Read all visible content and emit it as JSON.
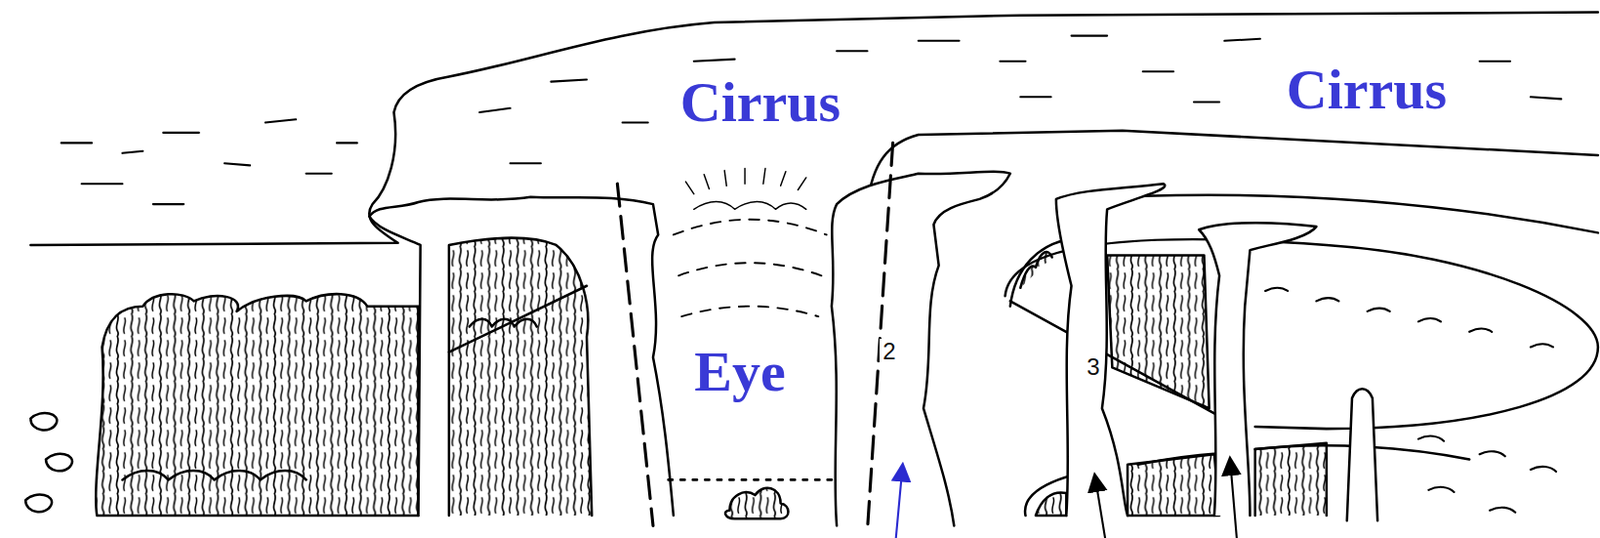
{
  "diagram": {
    "labels": [
      "Cirrus",
      "Cirrus",
      "Eye",
      "2",
      "3"
    ]
  }
}
